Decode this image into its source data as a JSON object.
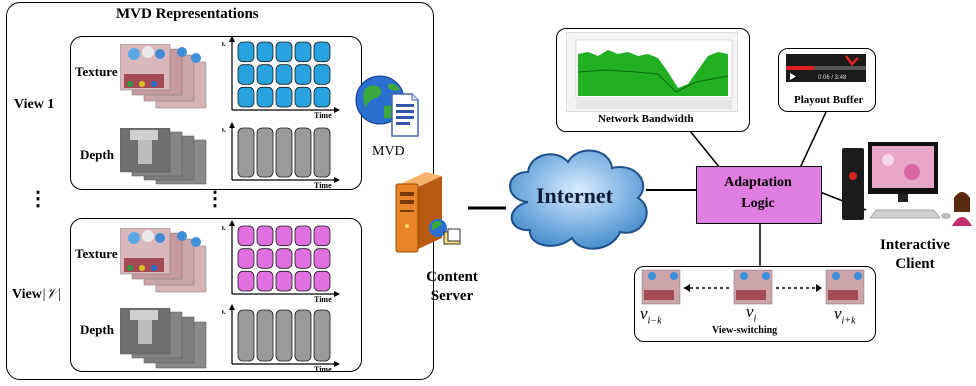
{
  "mvd": {
    "title": "MVD Representations",
    "view1": "View 1",
    "viewN": "View",
    "viewN_symbol": "|𝒱|",
    "ellipsis": "⋮",
    "texture": "Texture",
    "depth": "Depth",
    "rep_axis": "Rep.",
    "time_axis": "Time",
    "mvd_doc": "MVD"
  },
  "server": {
    "label_line1": "Content",
    "label_line2": "Server"
  },
  "internet": {
    "label": "Internet"
  },
  "adaptation": {
    "line1": "Adaptation",
    "line2": "Logic"
  },
  "network": {
    "label": "Network Bandwidth"
  },
  "playout": {
    "label": "Playout Buffer",
    "time_text": "0:06 / 3:48"
  },
  "client": {
    "line1": "Interactive",
    "line2": "Client"
  },
  "viewswitch": {
    "label": "View-switching",
    "v_left": "v",
    "v_left_sub": "i−k",
    "v_mid": "v",
    "v_mid_sub": "i",
    "v_right": "v",
    "v_right_sub": "i+k"
  },
  "colors": {
    "texture_view1": "#29a3e0",
    "texture_viewN": "#e070e0",
    "depth": "#9a9a9a",
    "adaptation": "#e07de0",
    "bandwidth": "#22b022",
    "internet": "#4a8fd0",
    "server": "#e8852a"
  }
}
